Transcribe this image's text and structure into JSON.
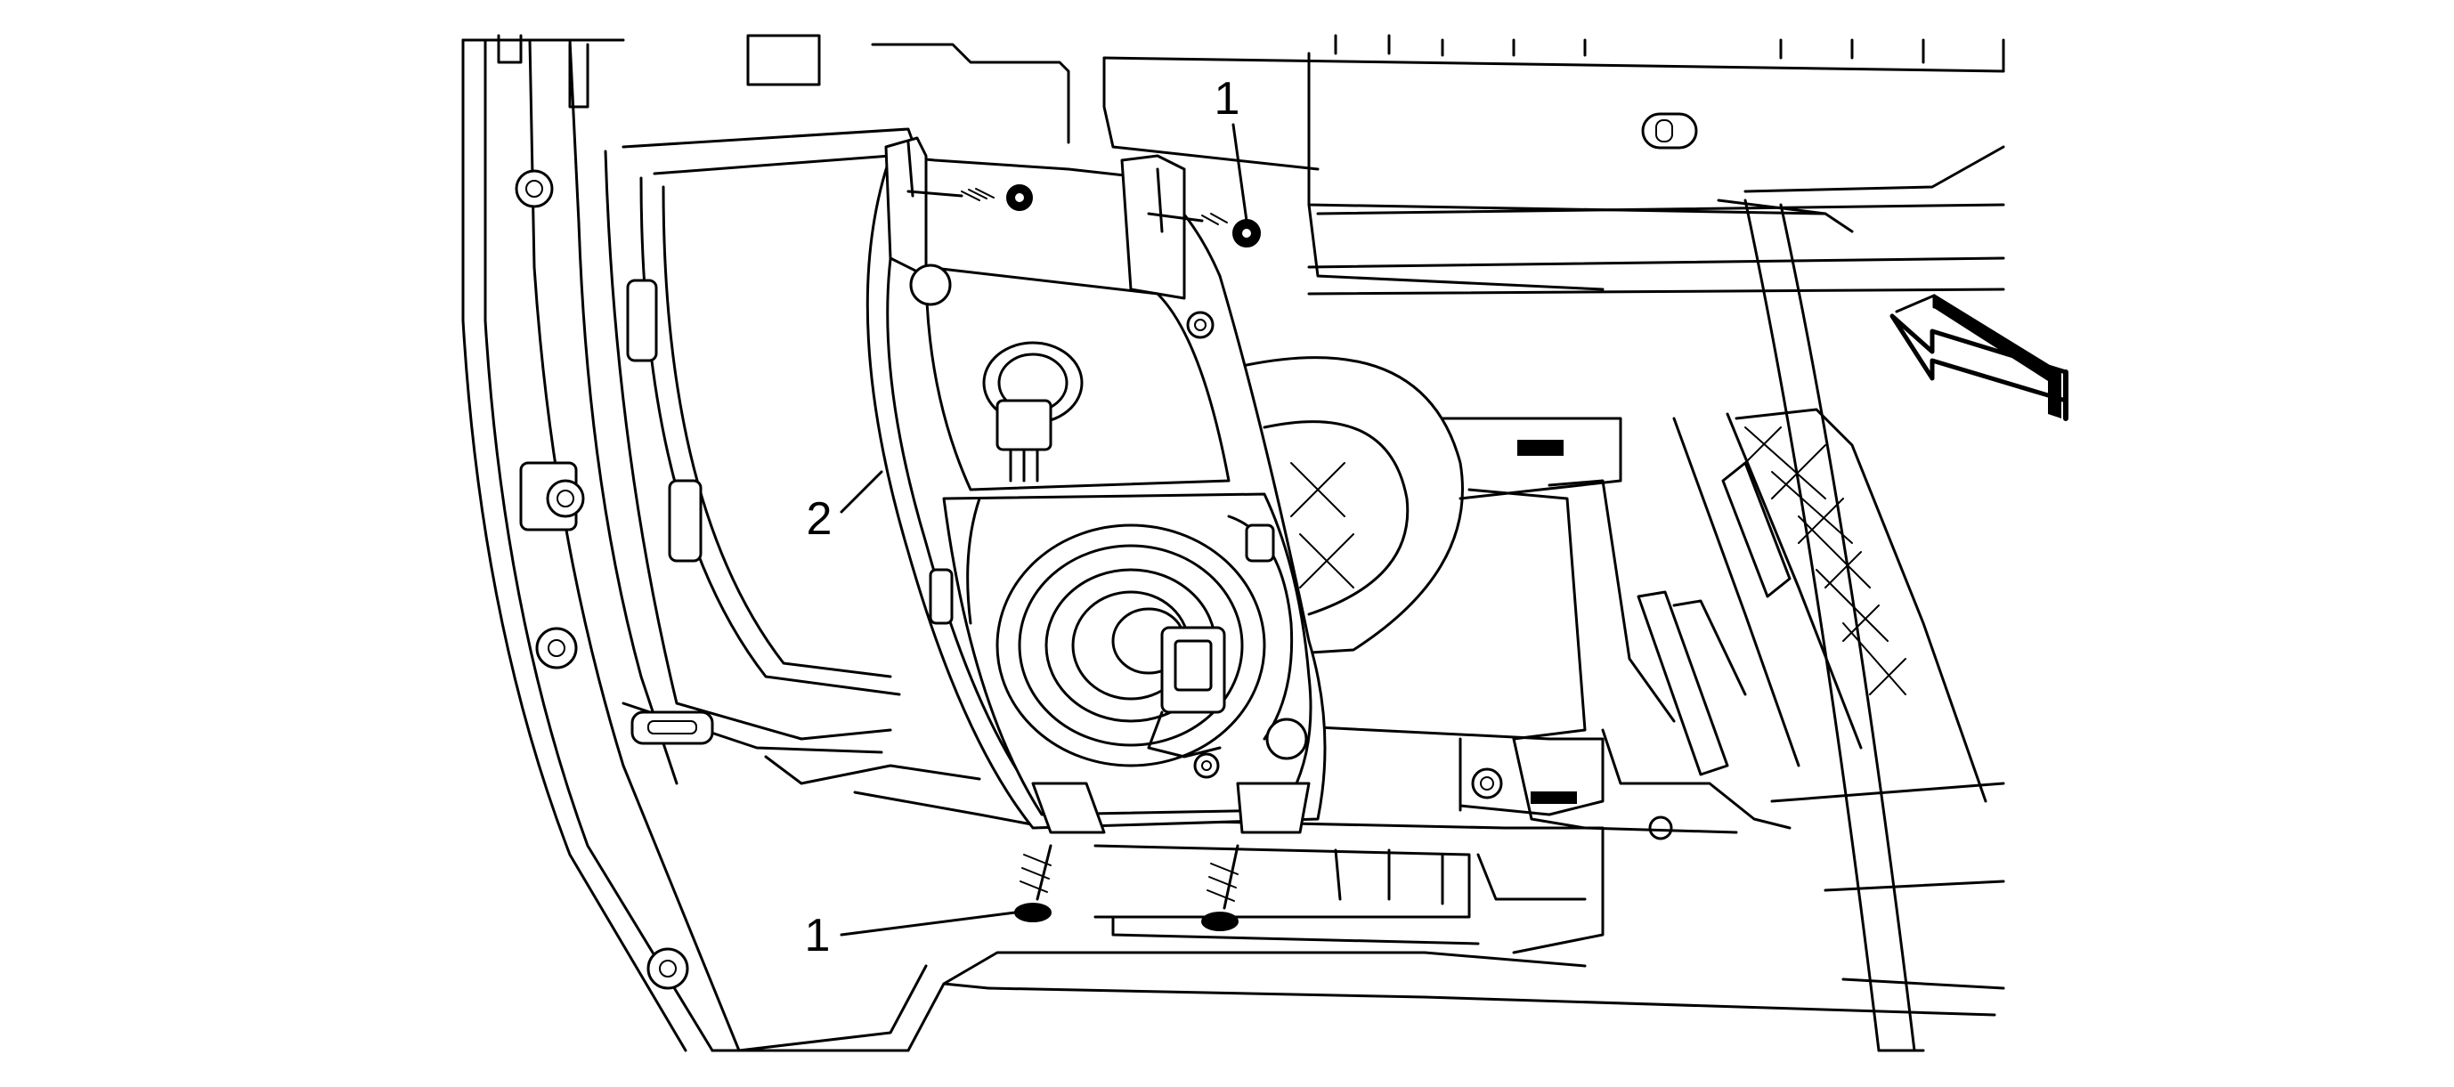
{
  "callouts": {
    "screw_top": "1",
    "fog_lamp": "2",
    "screw_bottom": "1"
  }
}
